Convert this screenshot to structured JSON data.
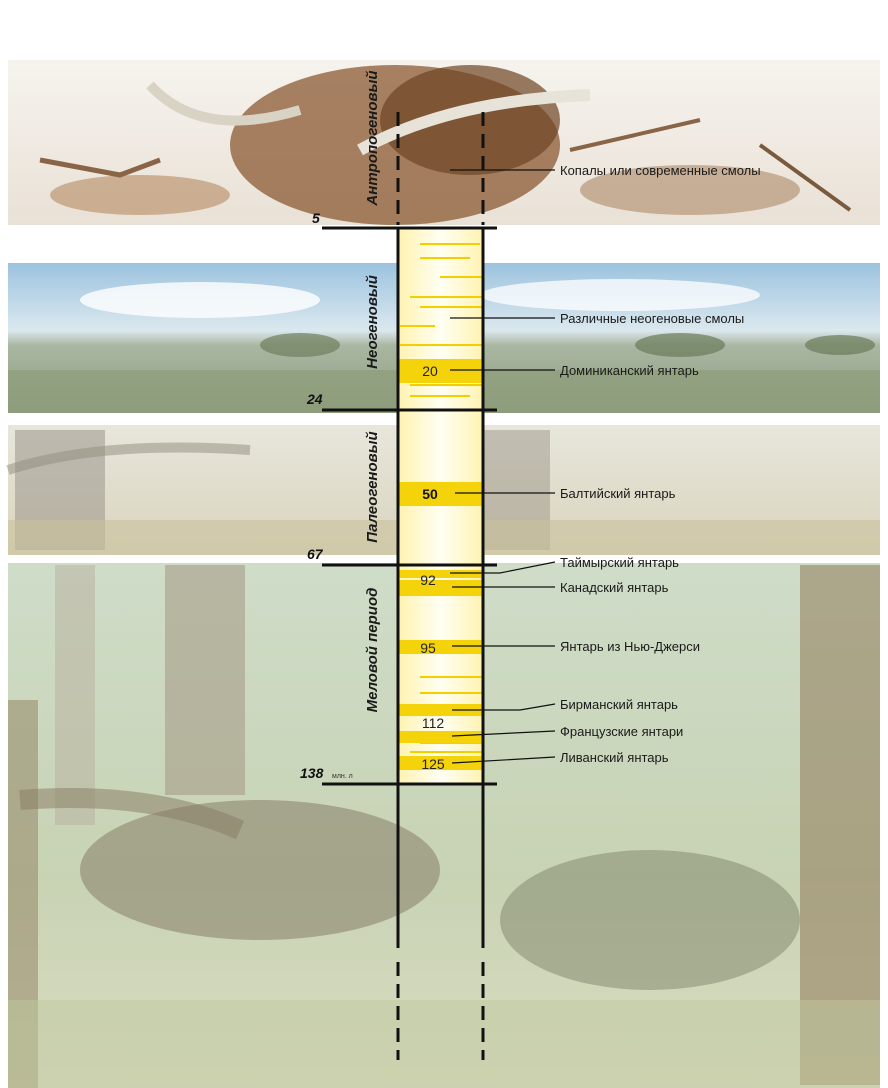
{
  "periods": [
    {
      "id": "anthropogene",
      "label": "Антропогеновый"
    },
    {
      "id": "neogene",
      "label": "Неогеновый"
    },
    {
      "id": "paleogene",
      "label": "Палеогеновый"
    },
    {
      "id": "cretaceous",
      "label": "Меловой период"
    }
  ],
  "boundaries": [
    {
      "age": "5",
      "unit": ""
    },
    {
      "age": "24",
      "unit": ""
    },
    {
      "age": "67",
      "unit": ""
    },
    {
      "age": "138",
      "unit": "млн. л"
    }
  ],
  "amber_bands": [
    {
      "age": "",
      "name": "Копалы или современные смолы"
    },
    {
      "age": "",
      "name": "Различные неогеновые смолы"
    },
    {
      "age": "20",
      "name": "Доминиканский янтарь"
    },
    {
      "age": "50",
      "name": "Балтийский янтарь"
    },
    {
      "age": "",
      "name": "Таймырский янтарь"
    },
    {
      "age": "92",
      "name": "Канадский янтарь"
    },
    {
      "age": "95",
      "name": "Янтарь из Нью-Джерси"
    },
    {
      "age": "",
      "name": "Бирманский янтарь"
    },
    {
      "age": "112",
      "name": "Французские янтари"
    },
    {
      "age": "125",
      "name": "Ливанский янтарь"
    }
  ],
  "colors": {
    "amber": "#f5d30a",
    "column": "#fffbe0",
    "line": "#111111"
  }
}
